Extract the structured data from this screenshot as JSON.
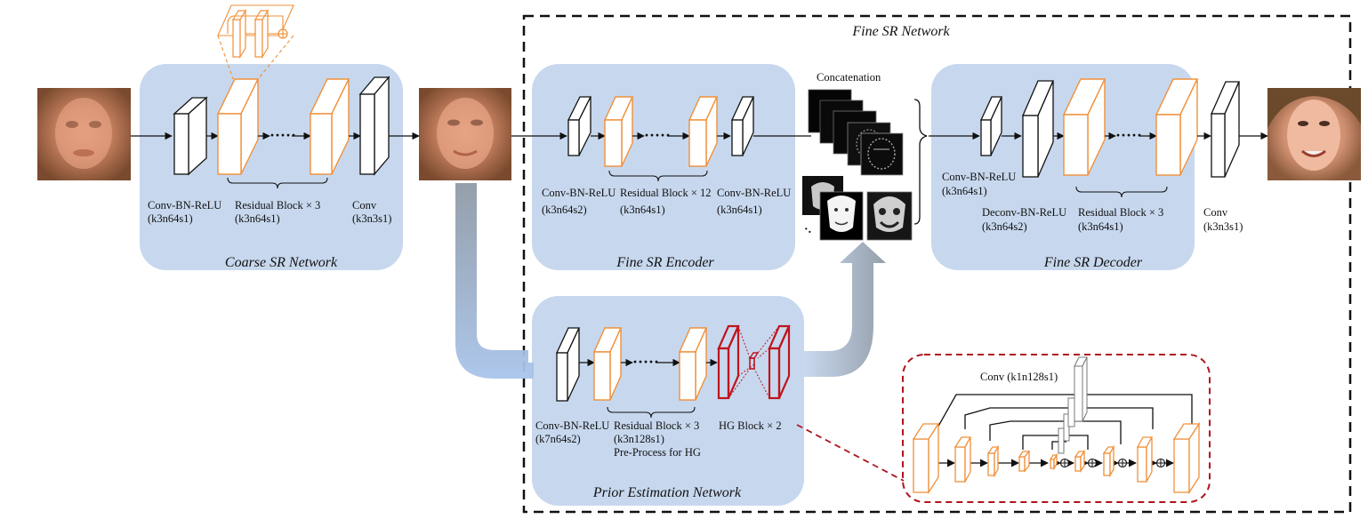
{
  "colors": {
    "panel": "#c7d8ee",
    "block_black": "#1a1a1a",
    "block_orange": "#f0903a",
    "hg_red": "#c0141e",
    "dashed_black": "#111111",
    "dashed_red": "#b0141e",
    "arrow_gray": "#8f9aa6"
  },
  "titles": {
    "fine_network": "Fine SR Network",
    "coarse": "Coarse SR Network",
    "encoder": "Fine SR Encoder",
    "decoder": "Fine SR Decoder",
    "prior": "Prior Estimation Network"
  },
  "coarse": {
    "conv_bn_relu": "Conv-BN-ReLU",
    "conv_bn_relu_params": "(k3n64s1)",
    "residual": "Residual Block × 3",
    "residual_params": "(k3n64s1)",
    "conv": "Conv",
    "conv_params": "(k3n3s1)"
  },
  "encoder": {
    "conv_bn_relu_1": "Conv-BN-ReLU",
    "conv_bn_relu_1_params": "(k3n64s2)",
    "residual": "Residual Block × 12",
    "residual_params": "(k3n64s1)",
    "conv_bn_relu_2": "Conv-BN-ReLU",
    "conv_bn_relu_2_params": "(k3n64s1)"
  },
  "concat": {
    "label": "Concatenation"
  },
  "decoder": {
    "conv_bn_relu": "Conv-BN-ReLU",
    "conv_bn_relu_params": "(k3n64s1)",
    "deconv": "Deconv-BN-ReLU",
    "deconv_params": "(k3n64s2)",
    "residual": "Residual Block × 3",
    "residual_params": "(k3n64s1)",
    "conv": "Conv",
    "conv_params": "(k3n3s1)"
  },
  "prior": {
    "conv_bn_relu": "Conv-BN-ReLU",
    "conv_bn_relu_params": "(k7n64s2)",
    "residual": "Residual Block × 3",
    "residual_params": "(k3n128s1)",
    "preprocess": "Pre-Process for HG",
    "hg": "HG Block × 2"
  },
  "hg_detail": {
    "conv_label": "Conv (k1n128s1)"
  },
  "dots": "·····",
  "icons": [
    "face-input-lr",
    "face-coarse-sr",
    "face-output-hr",
    "heatmap-stack",
    "parsing-map-stack",
    "plus-circle-icon",
    "brace"
  ]
}
